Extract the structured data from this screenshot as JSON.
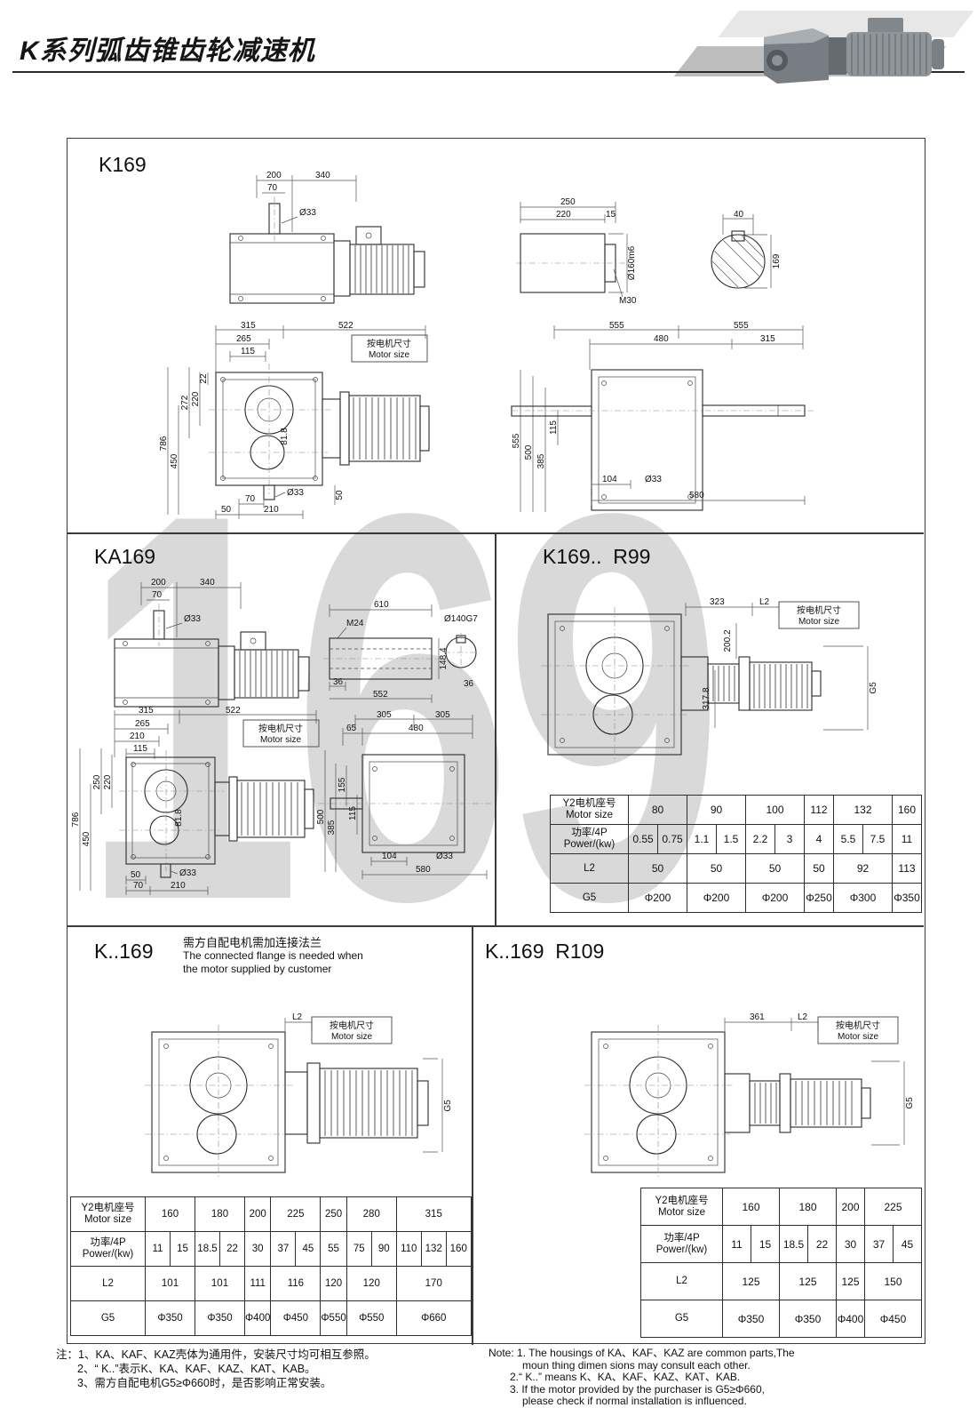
{
  "page": {
    "title": "K系列弧齿锥齿轮减速机",
    "watermark": "169"
  },
  "labels": {
    "motor_size_cn": "按电机尺寸",
    "motor_size_en": "Motor size"
  },
  "table_labels": {
    "motor_cn": "Y2电机座号",
    "motor_en": "Motor size",
    "power_cn": "功率/4P",
    "power_en": "Power/(kw)",
    "l2": "L2",
    "g5": "G5"
  },
  "k169": {
    "title": "K169",
    "front_dims": [
      "200",
      "340",
      "70",
      "Ø33"
    ],
    "shaft_dims": [
      "250",
      "220",
      "15",
      "Ø160m6",
      "M30"
    ],
    "section_dims": [
      "40",
      "169"
    ],
    "side_dims": [
      "315",
      "522",
      "265",
      "115",
      "22",
      "220",
      "272",
      "786",
      "450",
      "81.8",
      "70",
      "Ø33",
      "50",
      "50",
      "210"
    ],
    "top_dims": [
      "555",
      "555",
      "480",
      "315",
      "555",
      "500",
      "385",
      "115",
      "104",
      "Ø33",
      "580"
    ]
  },
  "ka169": {
    "title": "KA169",
    "front_dims": [
      "200",
      "340",
      "70",
      "Ø33"
    ],
    "shaft_dims": [
      "610",
      "M24",
      "36",
      "552",
      "148.4",
      "Ø140G7",
      "36"
    ],
    "side_dims": [
      "315",
      "522",
      "265",
      "210",
      "115",
      "220",
      "250",
      "786",
      "450",
      "81.8",
      "50",
      "70",
      "210",
      "Ø33"
    ],
    "top_dims": [
      "305",
      "305",
      "65",
      "480",
      "155",
      "385",
      "500",
      "115",
      "104",
      "Ø33",
      "580"
    ]
  },
  "r99": {
    "title": "K169..  R99",
    "dims": [
      "323",
      "L2",
      "200.2",
      "317.8",
      "G5"
    ],
    "table": {
      "motor": [
        "80",
        "90",
        "100",
        "112",
        "132",
        "160"
      ],
      "power": [
        "0.55",
        "0.75",
        "1.1",
        "1.5",
        "2.2",
        "3",
        "4",
        "5.5",
        "7.5",
        "11"
      ],
      "l2": [
        "50",
        "50",
        "50",
        "50",
        "92",
        "113"
      ],
      "g5": [
        "Φ200",
        "Φ200",
        "Φ200",
        "Φ250",
        "Φ300",
        "Φ350"
      ]
    }
  },
  "k169x": {
    "title": "K..169",
    "flange_note_cn": "需方自配电机需加连接法兰",
    "flange_note_en1": "The connected flange is needed when",
    "flange_note_en2": "the motor supplied by customer",
    "dims": [
      "L2",
      "G5"
    ],
    "table": {
      "motor": [
        "160",
        "180",
        "200",
        "225",
        "250",
        "280",
        "315"
      ],
      "power": [
        "11",
        "15",
        "18.5",
        "22",
        "30",
        "37",
        "45",
        "55",
        "75",
        "90",
        "110",
        "132",
        "160"
      ],
      "l2": [
        "101",
        "101",
        "111",
        "116",
        "120",
        "120",
        "170"
      ],
      "g5": [
        "Φ350",
        "Φ350",
        "Φ400",
        "Φ450",
        "Φ550",
        "Φ550",
        "Φ660"
      ]
    }
  },
  "r109": {
    "title": "K..169  R109",
    "dims": [
      "361",
      "L2",
      "G5"
    ],
    "table": {
      "motor": [
        "160",
        "180",
        "200",
        "225"
      ],
      "power": [
        "11",
        "15",
        "18.5",
        "22",
        "30",
        "37",
        "45"
      ],
      "l2": [
        "125",
        "125",
        "125",
        "150"
      ],
      "g5": [
        "Φ350",
        "Φ350",
        "Φ400",
        "Φ450"
      ]
    }
  },
  "notes": {
    "cn": [
      "注：1、KA、KAF、KAZ壳体为通用件，安装尺寸均可相互参照。",
      "2、“ K..”表示K、KA、KAF、KAZ、KAT、KAB。",
      "3、需方自配电机G5≥Φ660时，是否影响正常安装。"
    ],
    "en": [
      "Note: 1. The housings of KA、KAF、KAZ are common parts,The",
      "moun thing dimen sions may consult each other.",
      "2.“ K..”  means K、KA、KAF、KAZ、KAT、KAB.",
      "3. If the motor provided by the purchaser is G5≥Φ660,",
      "please check if normal installation is influenced."
    ]
  }
}
